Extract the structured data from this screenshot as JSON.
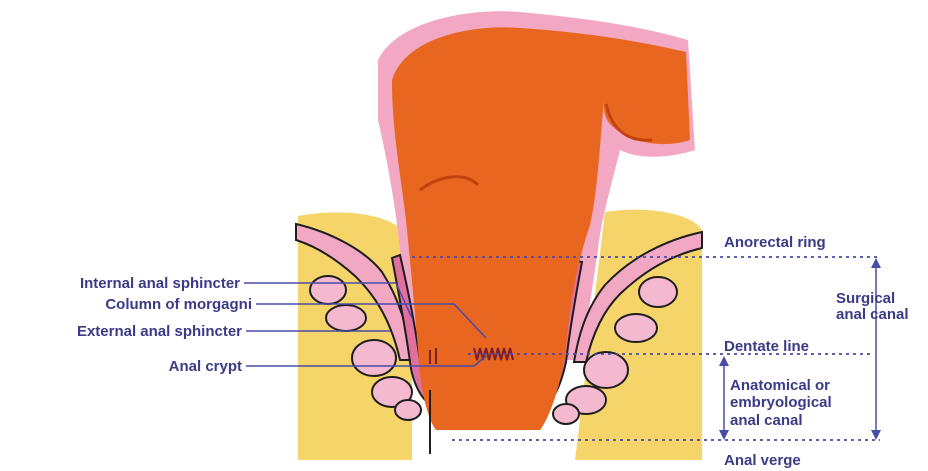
{
  "colors": {
    "rectum": "#e8661f",
    "rectum_outline": "#c2410c",
    "mucosa_pink": "#f2a7c3",
    "muscle_pink": "#e0709e",
    "fat_yellow": "#f5d469",
    "outline": "#1e1e1e",
    "label_text": "#3b3a86",
    "leader_line": "#4b4ba8"
  },
  "labels": {
    "left": {
      "internal_anal_sphincter": "Internal anal sphincter",
      "column_of_morgagni": "Column of morgagni",
      "external_anal_sphincter": "External anal sphincter",
      "anal_crypt": "Anal crypt"
    },
    "right": {
      "anorectal_ring": "Anorectal ring",
      "surgical_anal_canal_line1": "Surgical",
      "surgical_anal_canal_line2": "anal canal",
      "dentate_line": "Dentate line",
      "anatomical_line1": "Anatomical or",
      "anatomical_line2": "embryological",
      "anatomical_line3": "anal canal",
      "anal_verge": "Anal verge"
    }
  }
}
